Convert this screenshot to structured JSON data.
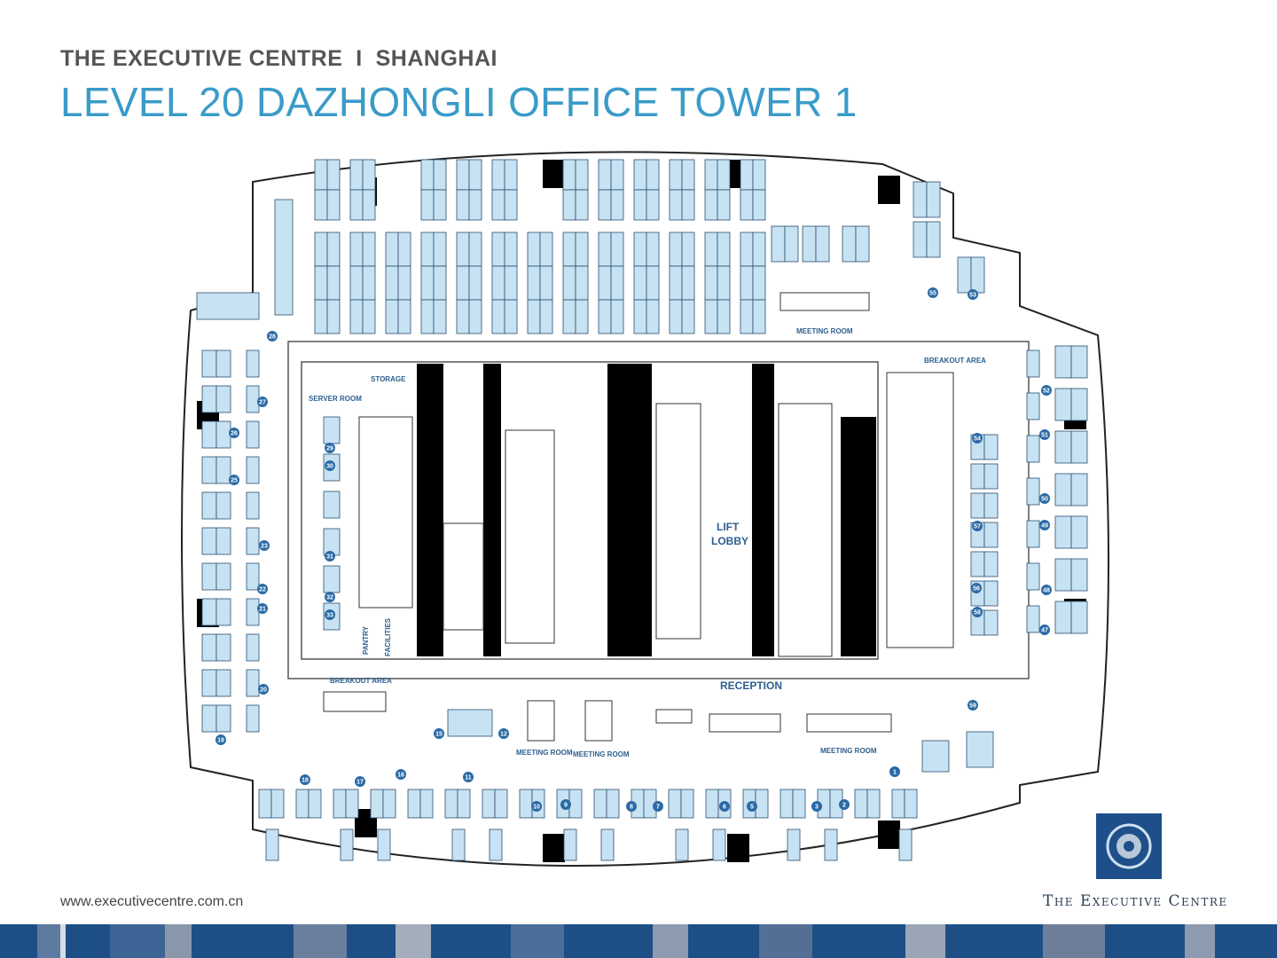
{
  "header": {
    "company_city": "THE EXECUTIVE CENTRE  I  SHANGHAI",
    "title": "LEVEL 20 DAZHONGLI OFFICE TOWER 1"
  },
  "labels": {
    "storage": "STORAGE",
    "server_room": "SERVER ROOM",
    "facilities": "FACILITIES",
    "pantry": "PANTRY",
    "lift_lobby_1": "LIFT",
    "lift_lobby_2": "LOBBY",
    "reception": "RECEPTION",
    "breakout_left": "BREAKOUT AREA",
    "breakout_right": "BREAKOUT AREA",
    "meeting_top": "MEETING ROOM",
    "meeting_1": "MEETING ROOM",
    "meeting_2": "MEETING ROOM",
    "meeting_3": "MEETING ROOM"
  },
  "rooms": [
    "1",
    "2",
    "3",
    "5",
    "6",
    "7",
    "8",
    "9",
    "10",
    "11",
    "12",
    "15",
    "16",
    "17",
    "18",
    "19",
    "20",
    "21",
    "22",
    "23",
    "25",
    "26",
    "27",
    "28",
    "29",
    "30",
    "31",
    "32",
    "33",
    "47",
    "48",
    "49",
    "50",
    "51",
    "52",
    "53",
    "54",
    "55",
    "56",
    "57",
    "58",
    "59"
  ],
  "footer": {
    "url": "www.executivecentre.com.cn",
    "brand": "The Executive Centre"
  },
  "colors": {
    "accent": "#3a9bc8",
    "desk": "#c7e2f2",
    "navy": "#1f4f8a",
    "room_badge": "#2a6aa6"
  }
}
